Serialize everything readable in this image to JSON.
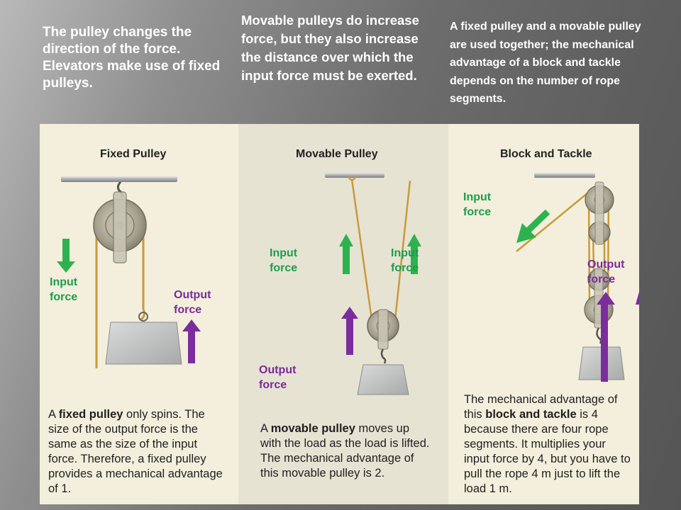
{
  "captions": {
    "fixed": "The pulley changes the direction of the force. Elevators make use of fixed pulleys.",
    "movable": "Movable pulleys do increase force, but they also increase the distance over which the input force must be exerted.",
    "block": "A fixed pulley and a movable pulley are used together; the mechanical advantage of a block and tackle depends on the number of rope segments."
  },
  "panels": {
    "fixed": {
      "title": "Fixed Pulley",
      "input_label": [
        "Input",
        "force"
      ],
      "output_label": [
        "Output",
        "force"
      ],
      "desc": {
        "pre": "A ",
        "bold": "fixed pulley",
        "post": " only spins. The size of the output force is the same as the size of the input force. Therefore, a fixed pulley provides a mechanical advantage of 1."
      }
    },
    "movable": {
      "title": "Movable Pulley",
      "input_label": [
        "Input",
        "force"
      ],
      "output_label": [
        "Output",
        "force"
      ],
      "desc": {
        "pre": "A ",
        "bold": "movable pulley",
        "post": " moves up with the load as the load is lifted. The mechanical advantage of this movable pulley is 2."
      }
    },
    "block": {
      "title": "Block and Tackle",
      "input_label": [
        "Input",
        "force"
      ],
      "output_label": [
        "Output",
        "force"
      ],
      "desc": {
        "pre": "The mechanical advantage of this ",
        "bold": "block and tackle",
        "post": " is 4 because there are four rope segments. It multiplies your input force by 4, but you have to pull the rope 4 m just to lift the load 1 m."
      }
    }
  },
  "colors": {
    "input_arrow": "#2eb24f",
    "output_arrow": "#7b2d9e",
    "rope": "#c99a3c",
    "pulley": "#a9a393",
    "bar": "#b5b7ba",
    "load": "#c5c7c5"
  }
}
